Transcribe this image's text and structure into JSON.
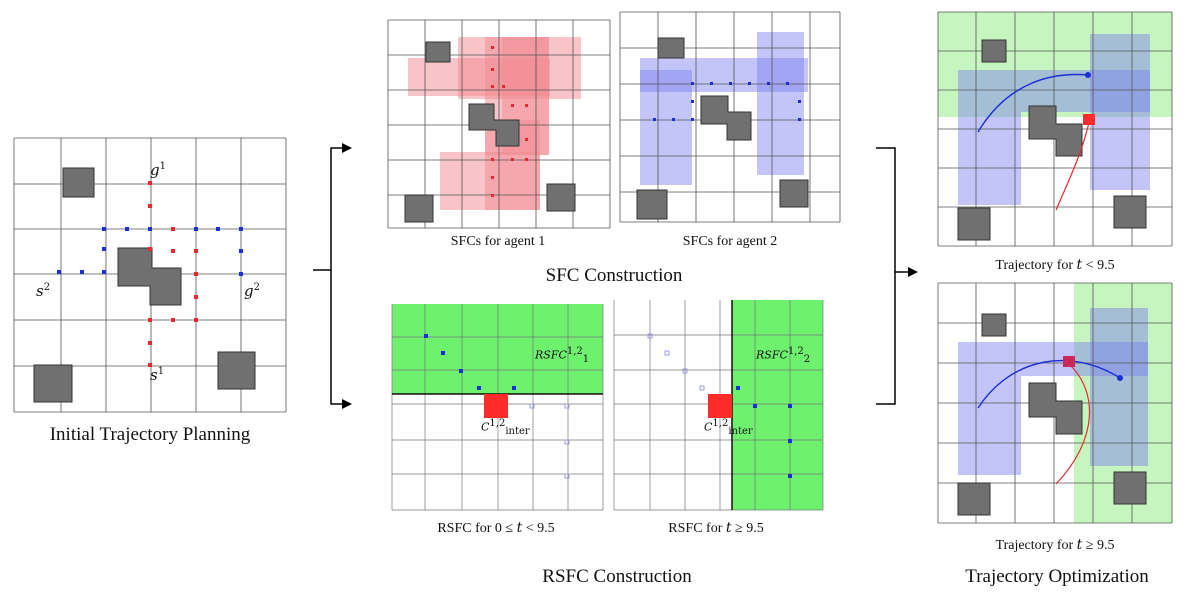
{
  "titles": {
    "initial": "Initial Trajectory Planning",
    "sfc": "SFC Construction",
    "rsfc": "RSFC Construction",
    "opt": "Trajectory Optimization"
  },
  "captions": {
    "agent1_pre": "SFCs for agent 1",
    "agent2_pre": "SFCs for agent 2",
    "rsfc1_pre": "RSFC for 0 ≤ ",
    "rsfc1_var": "t",
    "rsfc1_post": " < 9.5",
    "rsfc2_pre": "RSFC for ",
    "rsfc2_var": "t",
    "rsfc2_post": " ≥ 9.5",
    "traj1_pre": "Trajectory for ",
    "traj1_var": "t",
    "traj1_post": " < 9.5",
    "traj2_pre": "Trajectory for ",
    "traj2_var": "t",
    "traj2_post": " ≥ 9.5"
  },
  "math": {
    "g": "g",
    "s": "s",
    "one": "1",
    "two": "2",
    "rsfc": "RSFC",
    "sup12": "1,2",
    "sub1": "1",
    "sub2": "2",
    "c": "C",
    "inter": "inter"
  },
  "colors": {
    "agent1": "#e8282c",
    "agent2": "#1a2fd6",
    "sfc1_fill": "#f28a92",
    "sfc2_fill": "#7b7ff0",
    "rsfc_fill": "#6ef26e",
    "traj_bg_green": "#c6f5c0",
    "obstacle": "#707070",
    "grid": "#555555",
    "collision": "#ff2a2a"
  }
}
